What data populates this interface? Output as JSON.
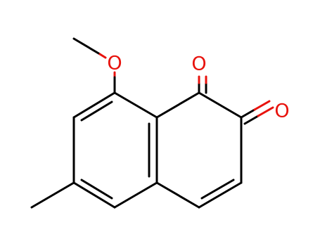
{
  "molecule": {
    "atoms": {
      "methoxy_oxygen": "O",
      "carbonyl_oxygen_1": "O",
      "carbonyl_oxygen_2": "O"
    },
    "colors": {
      "bond": "#000000",
      "heteroatom": "#e8120c",
      "background": "#ffffff"
    }
  }
}
